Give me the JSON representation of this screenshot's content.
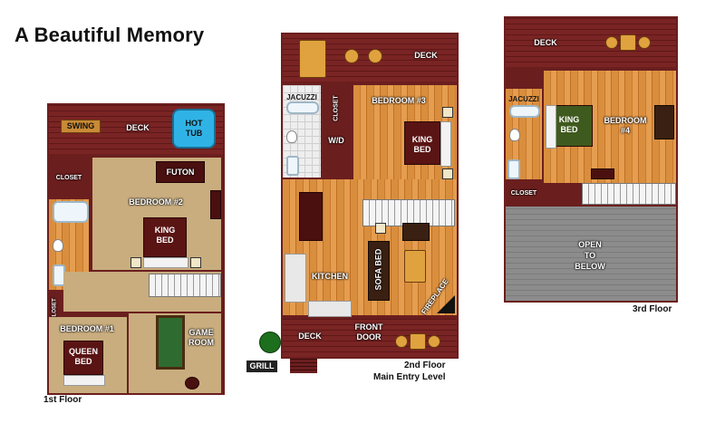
{
  "title": "A Beautiful Memory",
  "floors": {
    "first": {
      "caption": "1st Floor",
      "rooms": {
        "swing": "SWING",
        "deck": "DECK",
        "hot_tub": "HOT TUB",
        "closet_top": "CLOSET",
        "futon": "FUTON",
        "bedroom2": "BEDROOM #2",
        "king_bed": "KING BED",
        "closet_side": "CLOSET",
        "bedroom1": "BEDROOM #1",
        "queen_bed": "QUEEN BED",
        "game_room": "GAME ROOM"
      }
    },
    "second": {
      "caption_line1": "2nd Floor",
      "caption_line2": "Main Entry Level",
      "rooms": {
        "deck_top": "DECK",
        "jacuzzi": "JACUZZI",
        "closet": "CLOSET",
        "wd": "W/D",
        "bedroom3": "BEDROOM #3",
        "king_bed": "KING BED",
        "kitchen": "KITCHEN",
        "sofa_bed": "SOFA BED",
        "fireplace": "FIREPLACE",
        "deck_bottom": "DECK",
        "front_door": "FRONT DOOR",
        "grill": "GRILL"
      }
    },
    "third": {
      "caption": "3rd Floor",
      "rooms": {
        "deck": "DECK",
        "jacuzzi": "JACUZZI",
        "king_bed": "KING BED",
        "bedroom4": "BEDROOM #4",
        "closet": "CLOSET",
        "open_below": "OPEN TO BELOW"
      }
    }
  },
  "colors": {
    "wall": "#6b1e1e",
    "wood": "#d98e3e",
    "carpet": "#c9ad7e",
    "hot_tub": "#2fb3e6"
  }
}
